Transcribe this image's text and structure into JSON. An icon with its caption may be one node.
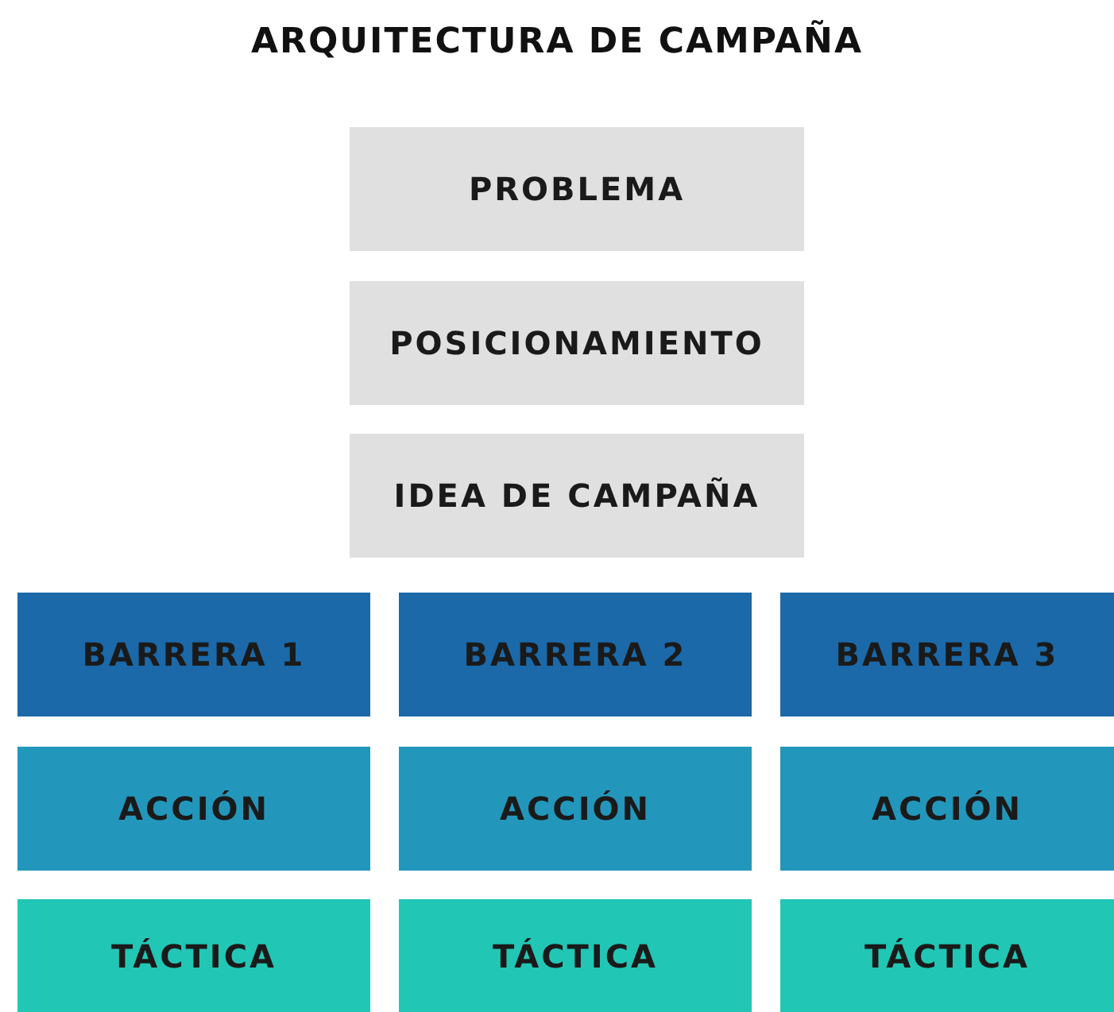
{
  "diagram": {
    "title": "ARQUITECTURA DE CAMPAÑA",
    "nodes": [
      {
        "text": [
          "PROBLEMA"
        ]
      },
      {
        "text": [
          "POSICIONAMIENTO"
        ]
      },
      {
        "text": [
          "IDEA DE CAMPAÑA"
        ]
      },
      {
        "text": [
          "BARRERA 1"
        ]
      },
      {
        "text": [
          "BARRERA 2"
        ]
      },
      {
        "text": [
          "BARRERA 3"
        ]
      },
      {
        "text": [
          "ACCIÓN"
        ]
      },
      {
        "text": [
          "ACCIÓN"
        ]
      },
      {
        "text": [
          "ACCIÓN"
        ]
      },
      {
        "text": [
          "TÁCTICA"
        ]
      },
      {
        "text": [
          "TÁCTICA"
        ]
      },
      {
        "text": [
          "TÁCTICA"
        ]
      }
    ]
  }
}
